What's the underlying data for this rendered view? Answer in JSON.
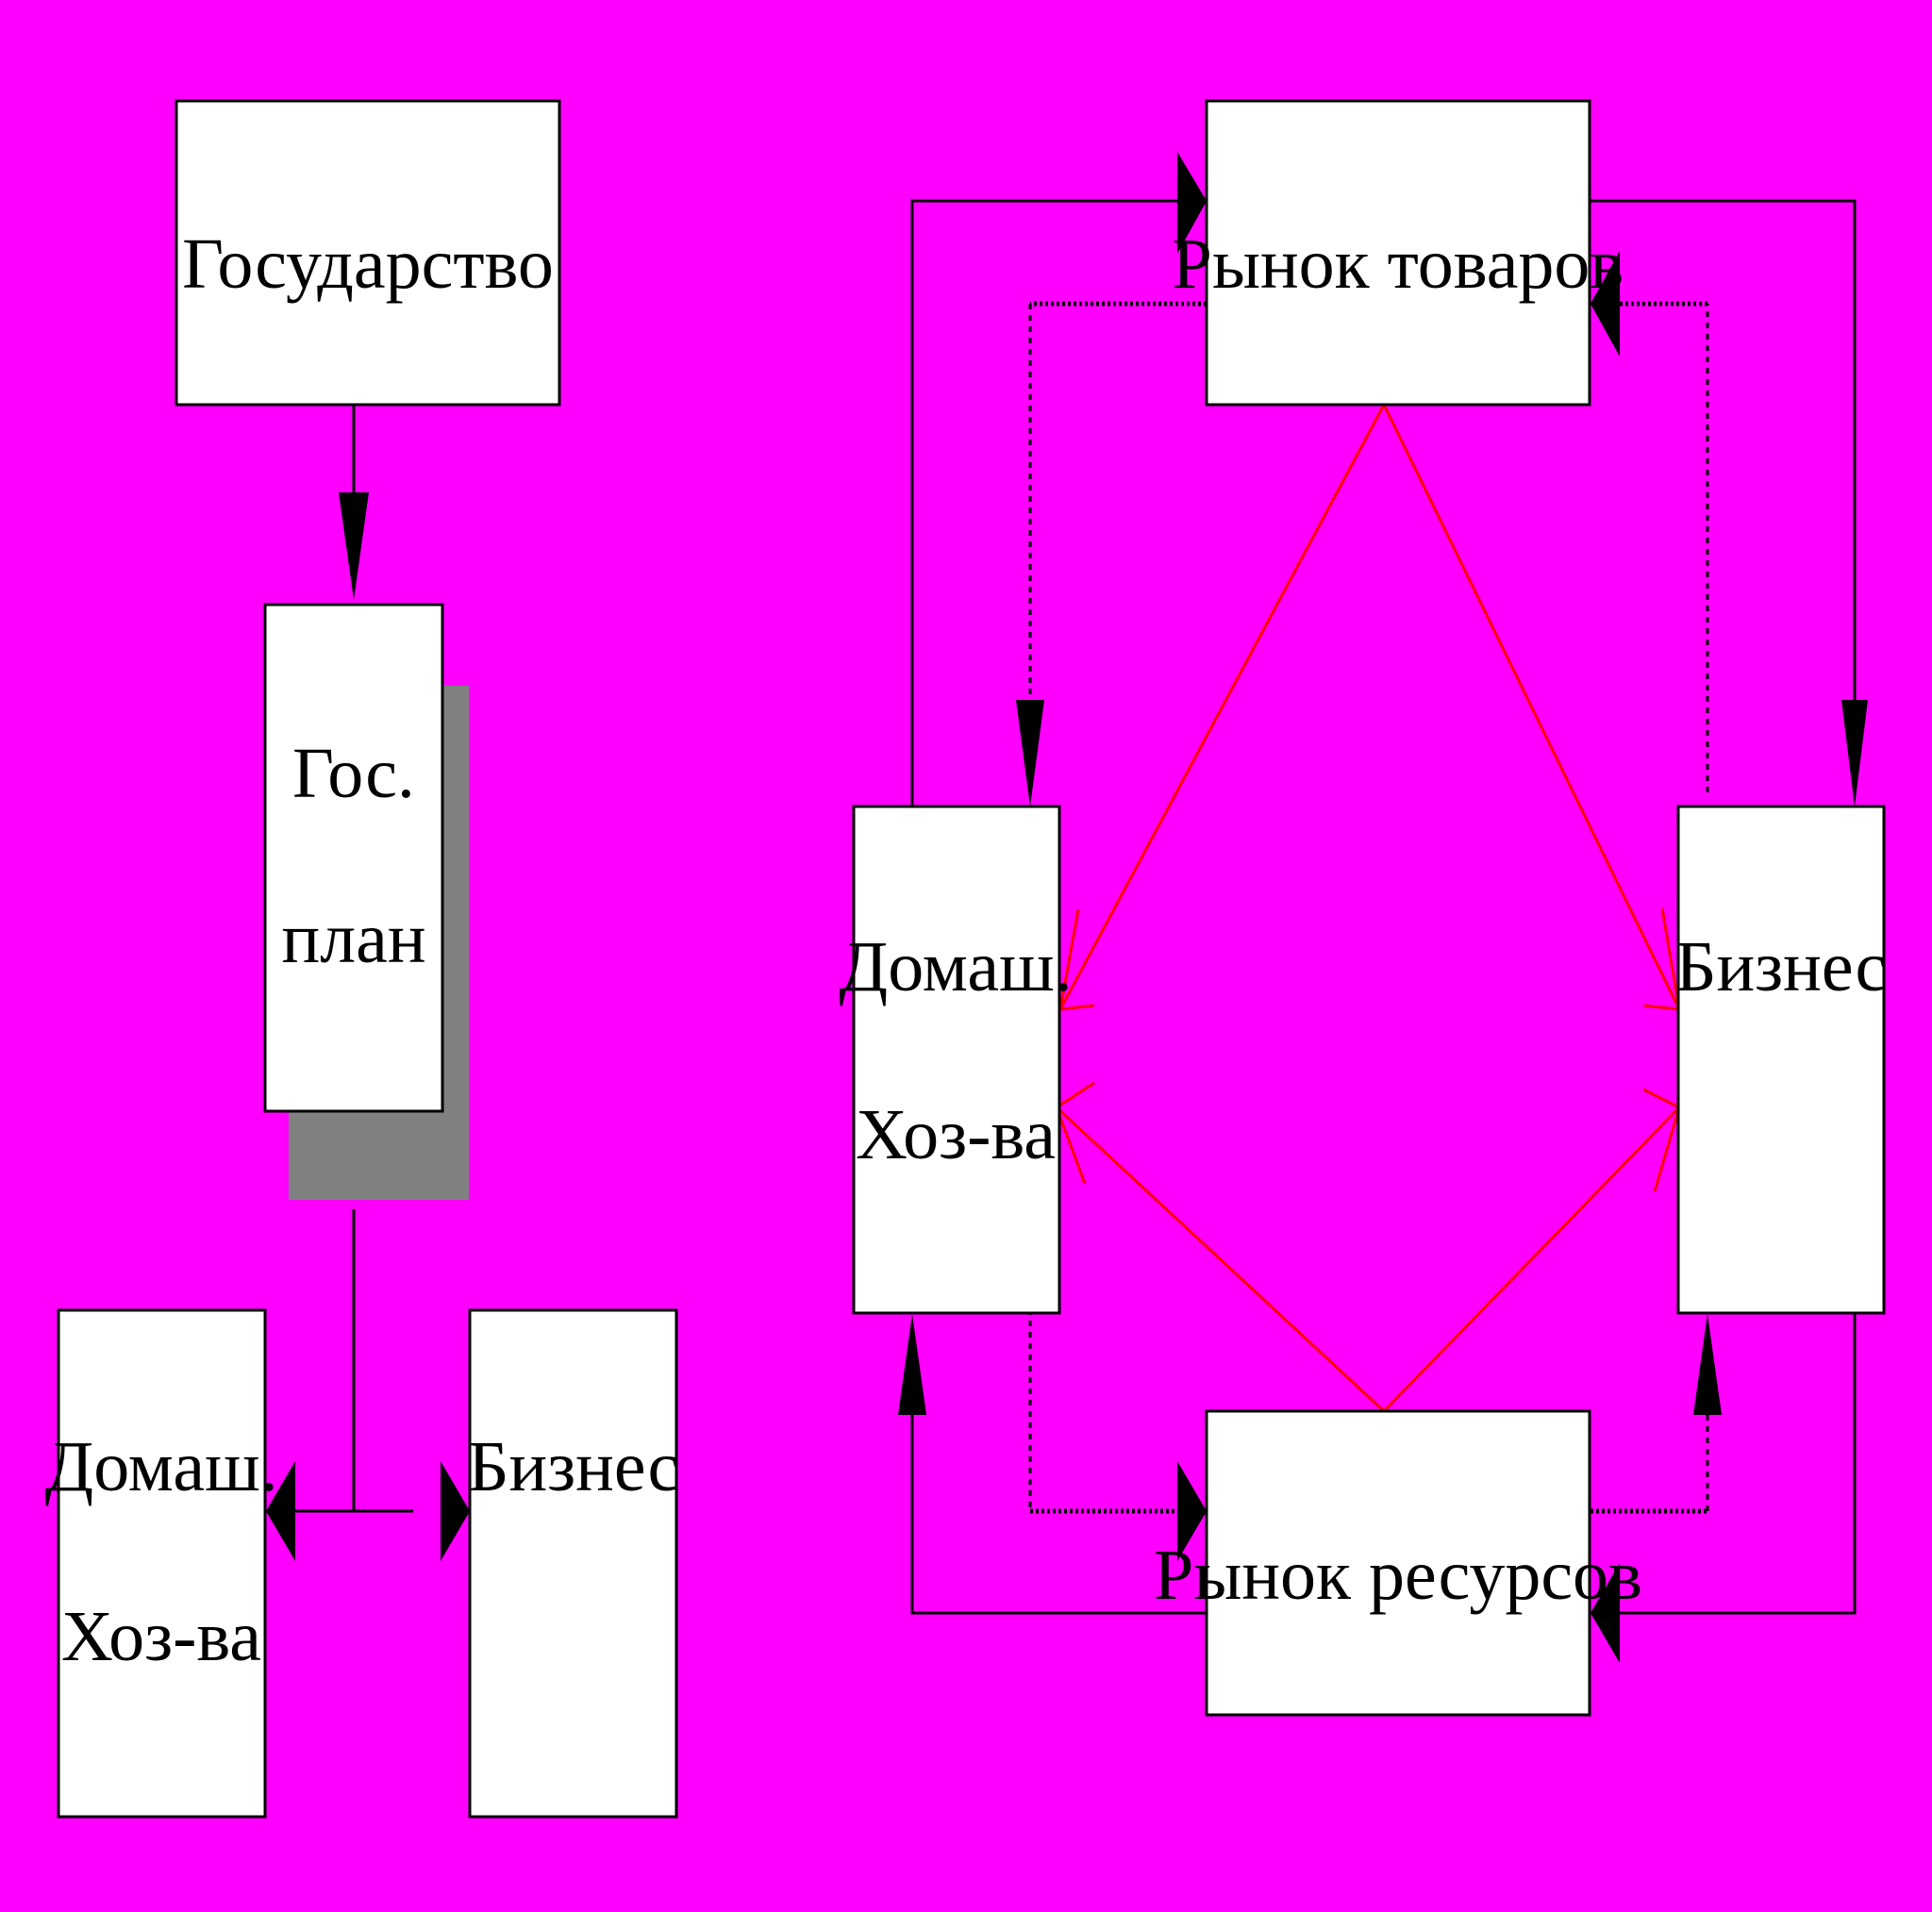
{
  "left_diagram": {
    "state": "Государство",
    "plan": [
      "Гос.",
      "план"
    ],
    "households": [
      "Домаш.",
      "Хоз-ва"
    ],
    "business": "Бизнес"
  },
  "right_diagram": {
    "goods_market": "Рынок товаров",
    "resource_market": "Рынок ресурсов",
    "households": [
      "Домаш.",
      "Хоз-ва"
    ],
    "business": "Бизнес"
  },
  "colors": {
    "background": "#ff00ff",
    "box_fill": "#ffffff",
    "shadow": "#808080",
    "flow_arrows": "#000000",
    "market_links": "#ff0000"
  }
}
